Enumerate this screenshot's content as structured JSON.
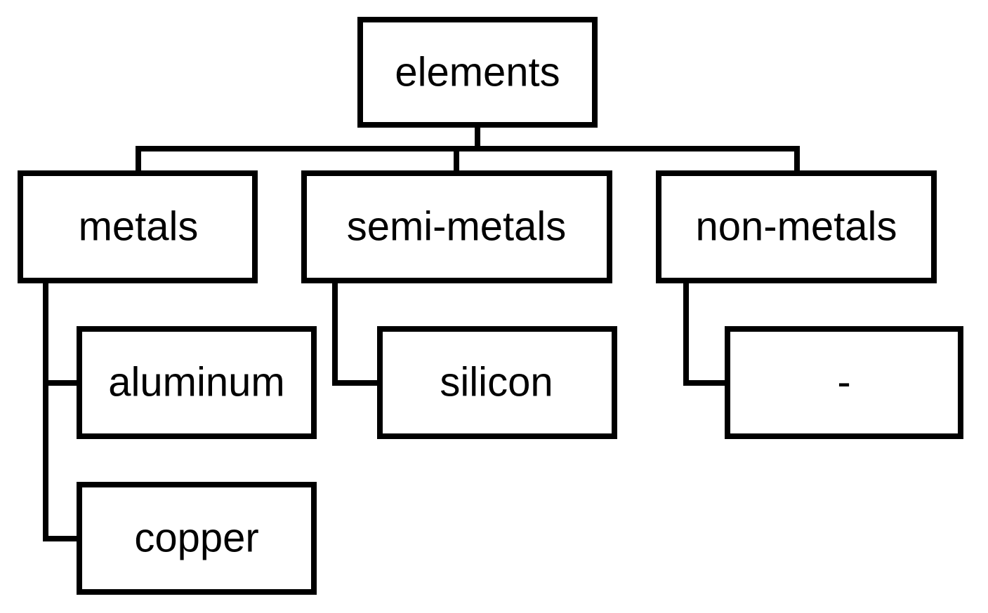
{
  "diagram": {
    "root": {
      "label": "elements",
      "children": [
        {
          "label": "metals",
          "children": [
            {
              "label": "aluminum"
            },
            {
              "label": "copper"
            }
          ]
        },
        {
          "label": "semi-metals",
          "children": [
            {
              "label": "silicon"
            }
          ]
        },
        {
          "label": "non-metals",
          "children": [
            {
              "label": "-"
            }
          ]
        }
      ]
    },
    "colors": {
      "line": "#000000",
      "box_fill": "#ffffff",
      "text": "#000000"
    }
  }
}
